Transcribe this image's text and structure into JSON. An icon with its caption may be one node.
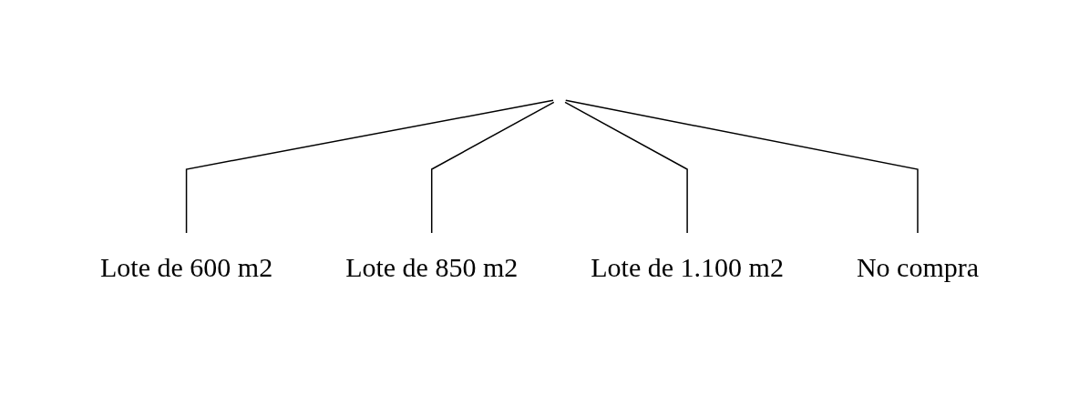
{
  "diagram": {
    "nodes": [
      {
        "text": [
          "Lote de 600 m2"
        ]
      },
      {
        "text": [
          "Lote de 850 m2"
        ]
      },
      {
        "text": [
          "Lote de 1.100 m2"
        ]
      },
      {
        "text": [
          "No compra"
        ]
      }
    ],
    "edges": [
      {
        "from": null,
        "to": 0,
        "arrow": "none"
      },
      {
        "from": null,
        "to": 1,
        "arrow": "none"
      },
      {
        "from": null,
        "to": 2,
        "arrow": "none"
      },
      {
        "from": null,
        "to": 3,
        "arrow": "none"
      }
    ]
  }
}
